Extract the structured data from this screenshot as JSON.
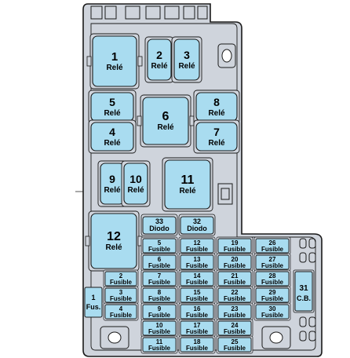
{
  "colors": {
    "body_fill": "#cfd4dc",
    "component_fill": "#a9dcf0",
    "outline": "#1a1a1a",
    "background": "#ffffff"
  },
  "relays": [
    {
      "number": "1",
      "label": "Relé"
    },
    {
      "number": "2",
      "label": "Relé"
    },
    {
      "number": "3",
      "label": "Relé"
    },
    {
      "number": "5",
      "label": "Relé"
    },
    {
      "number": "4",
      "label": "Relé"
    },
    {
      "number": "6",
      "label": "Relé"
    },
    {
      "number": "8",
      "label": "Relé"
    },
    {
      "number": "7",
      "label": "Relé"
    },
    {
      "number": "9",
      "label": "Relé"
    },
    {
      "number": "10",
      "label": "Relé"
    },
    {
      "number": "11",
      "label": "Relé"
    },
    {
      "number": "12",
      "label": "Relé"
    }
  ],
  "diodes": [
    {
      "number": "33",
      "label": "Diodo"
    },
    {
      "number": "32",
      "label": "Diodo"
    }
  ],
  "fuses": [
    {
      "number": "5",
      "label": "Fusible"
    },
    {
      "number": "6",
      "label": "Fusible"
    },
    {
      "number": "7",
      "label": "Fusible"
    },
    {
      "number": "8",
      "label": "Fusible"
    },
    {
      "number": "9",
      "label": "Fusible"
    },
    {
      "number": "10",
      "label": "Fusible"
    },
    {
      "number": "11",
      "label": "Fusible"
    },
    {
      "number": "12",
      "label": "Fusible"
    },
    {
      "number": "13",
      "label": "Fusible"
    },
    {
      "number": "14",
      "label": "Fusible"
    },
    {
      "number": "15",
      "label": "Fusible"
    },
    {
      "number": "16",
      "label": "Fusible"
    },
    {
      "number": "17",
      "label": "Fusible"
    },
    {
      "number": "18",
      "label": "Fusible"
    },
    {
      "number": "19",
      "label": "Fusible"
    },
    {
      "number": "20",
      "label": "Fusible"
    },
    {
      "number": "21",
      "label": "Fusible"
    },
    {
      "number": "22",
      "label": "Fusible"
    },
    {
      "number": "23",
      "label": "Fusible"
    },
    {
      "number": "24",
      "label": "Fusible"
    },
    {
      "number": "25",
      "label": "Fusible"
    },
    {
      "number": "26",
      "label": "Fusible"
    },
    {
      "number": "27",
      "label": "Fusible"
    },
    {
      "number": "28",
      "label": "Fusible"
    },
    {
      "number": "29",
      "label": "Fusible"
    },
    {
      "number": "30",
      "label": "Fusible"
    },
    {
      "number": "2",
      "label": "Fusible"
    },
    {
      "number": "3",
      "label": "Fusible"
    },
    {
      "number": "4",
      "label": "Fusible"
    }
  ],
  "main_fuse": {
    "number": "1",
    "label": "Fus."
  },
  "circuit_breaker": {
    "number": "31",
    "label": "C.B."
  }
}
